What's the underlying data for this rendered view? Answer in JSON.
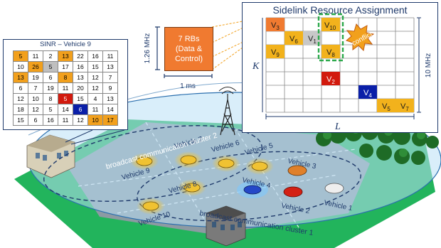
{
  "sinr": {
    "title": "SINR – Vehicle 9",
    "rows": [
      [
        "5",
        "11",
        "2",
        "13",
        "22",
        "16",
        "11"
      ],
      [
        "10",
        "26",
        "5",
        "17",
        "16",
        "15",
        "13"
      ],
      [
        "13",
        "19",
        "6",
        "8",
        "13",
        "12",
        "7"
      ],
      [
        "6",
        "7",
        "19",
        "11",
        "20",
        "12",
        "9"
      ],
      [
        "12",
        "10",
        "8",
        "5",
        "15",
        "4",
        "13"
      ],
      [
        "18",
        "12",
        "5",
        "14",
        "6",
        "11",
        "14"
      ],
      [
        "15",
        "6",
        "16",
        "11",
        "12",
        "10",
        "17"
      ]
    ],
    "colors": {
      "orange_cells": [
        "0,0",
        "0,3",
        "1,1",
        "2,0",
        "2,3",
        "6,5",
        "6,6"
      ],
      "red_cells": [
        "4,3"
      ],
      "blue_cells": [
        "5,4"
      ],
      "gray_cells": [
        "1,2"
      ]
    }
  },
  "rb_box": {
    "line1": "7 RBs",
    "line2": "(Data &",
    "line3": "Control)",
    "height_label": "1.26 MHz",
    "width_label": "1 ms"
  },
  "assignment": {
    "title": "Sidelink Resource Assignment",
    "k_label": "K",
    "l_label": "L",
    "freq_label": "10 MHz",
    "conflict_label": "conflict",
    "cells": [
      {
        "label": "V",
        "sub": "3",
        "color": "#f07a30"
      },
      {
        "label": "V",
        "sub": "6",
        "color": "#f2b21c"
      },
      {
        "label": "V",
        "sub": "1",
        "color": "#c8c8c8"
      },
      {
        "label": "V",
        "sub": "10",
        "color": "#f2b21c"
      },
      {
        "label": "V",
        "sub": "9",
        "color": "#f2b21c"
      },
      {
        "label": "V",
        "sub": "8",
        "color": "#f2b21c"
      },
      {
        "label": "V",
        "sub": "2",
        "color": "#d21a0e"
      },
      {
        "label": "V",
        "sub": "4",
        "color": "#0a1fa8"
      },
      {
        "label": "V",
        "sub": "5",
        "color": "#f2b21c"
      },
      {
        "label": "V",
        "sub": "7",
        "color": "#f2b21c"
      }
    ]
  },
  "scene": {
    "cluster1_label": "broadcast communication cluster 1",
    "cluster2_label": "broadcast communication cluster 2",
    "vehicles": [
      "Vehicle 1",
      "Vehicle 2",
      "Vehicle 3",
      "Vehicle 4",
      "Vehicle 5",
      "Vehicle 6",
      "Vehicle 7",
      "Vehicle 8",
      "Vehicle 9",
      "Vehicle 10"
    ]
  }
}
